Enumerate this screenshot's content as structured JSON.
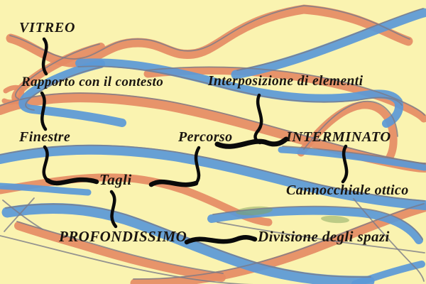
{
  "artwork": {
    "kind": "hand-drawn concept map over wavy marker ribbons",
    "background_color": "#FAF3B0",
    "ribbon_colors": {
      "orange": "#E58C64",
      "blue": "#5B99D6",
      "outline_gray": "#7B7B88",
      "blend_green": "#7FA35C"
    },
    "connector_color": "#0A0A0A",
    "text_color": "#1A1510"
  },
  "concept_map": {
    "nodes": [
      {
        "label": "VITREO"
      },
      {
        "label": "Rapporto con il contesto"
      },
      {
        "label": "Finestre"
      },
      {
        "label": "Tagli"
      },
      {
        "label": "PROFONDISSIMO"
      },
      {
        "label": "Percorso"
      },
      {
        "label": "Interposizione di elementi"
      },
      {
        "label": "INTERMINATO"
      },
      {
        "label": "Cannocchiale ottico"
      },
      {
        "label": "Divisione degli spazi"
      }
    ],
    "connections": [
      {
        "from": "VITREO",
        "to": "Rapporto con il contesto"
      },
      {
        "from": "Rapporto con il contesto",
        "to": "Finestre"
      },
      {
        "from": "Finestre",
        "to": "Tagli"
      },
      {
        "from": "Tagli",
        "to": "PROFONDISSIMO"
      },
      {
        "from": "Tagli",
        "to": "Percorso"
      },
      {
        "from": "Percorso",
        "to": "INTERMINATO"
      },
      {
        "from": "Interposizione di elementi",
        "to": "INTERMINATO"
      },
      {
        "from": "INTERMINATO",
        "to": "Cannocchiale ottico"
      },
      {
        "from": "PROFONDISSIMO",
        "to": "Divisione degli spazi"
      }
    ]
  }
}
